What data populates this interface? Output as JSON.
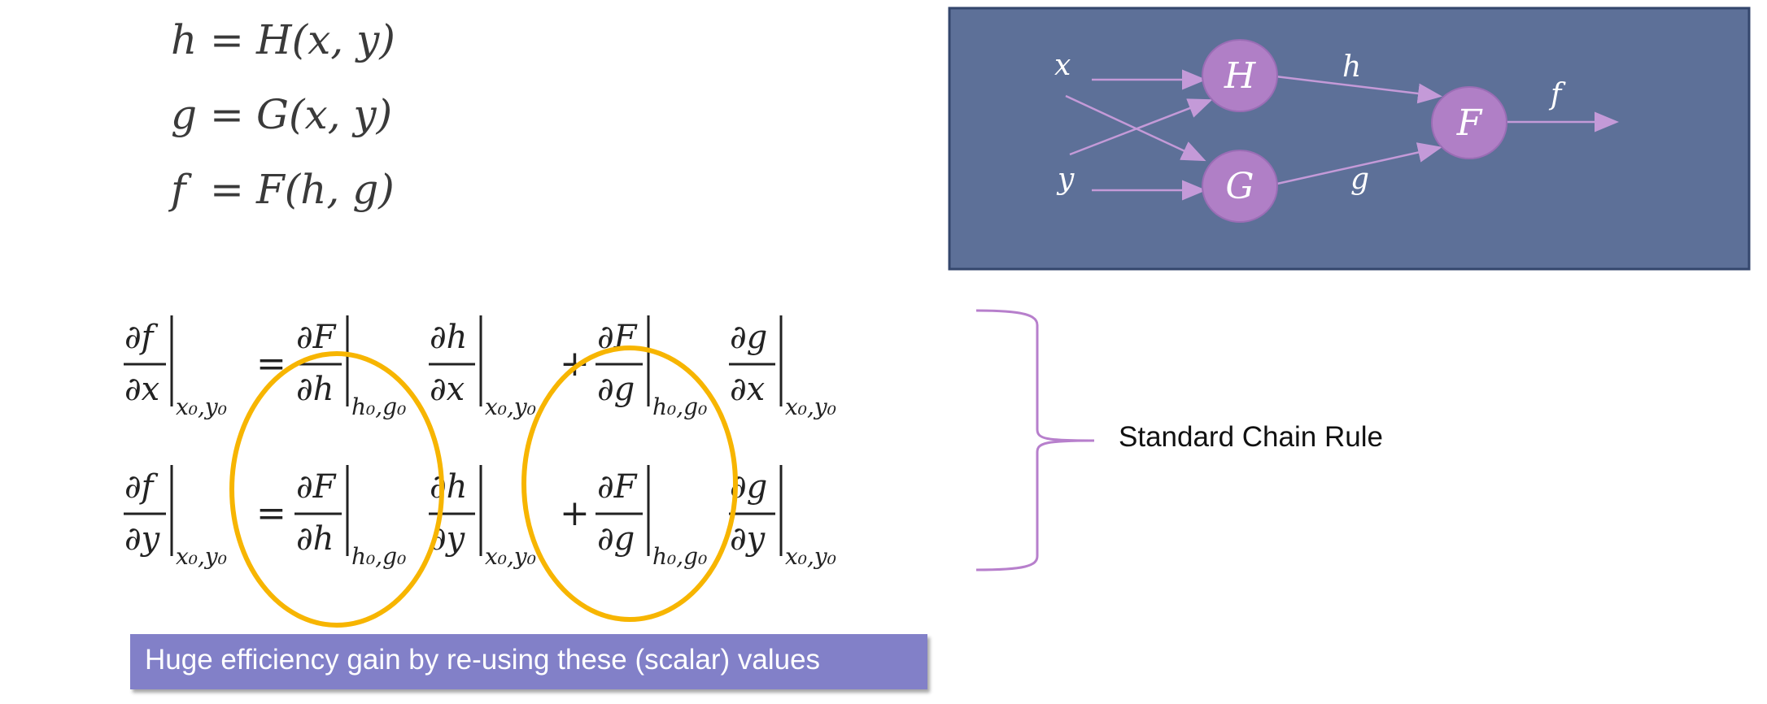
{
  "definitions": [
    {
      "lhs": "h",
      "rhs": "H(x, y)"
    },
    {
      "lhs": "g",
      "rhs": "G(x, y)"
    },
    {
      "lhs": "f",
      "rhs": "F(h, g)"
    }
  ],
  "network": {
    "inputs": [
      "x",
      "y"
    ],
    "nodes": [
      "H",
      "G",
      "F"
    ],
    "edge_labels": [
      "h",
      "g",
      "f"
    ],
    "colors": {
      "panel": "#5d7098",
      "panel_border": "#34466c",
      "node": "#b07fc6",
      "edge": "#c49ad8"
    }
  },
  "equations": {
    "row1": {
      "lhs_num": "∂f",
      "lhs_den": "∂x",
      "t1_num": "∂F",
      "t1_den": "∂h",
      "t2_num": "∂h",
      "t2_den": "∂x",
      "t3_num": "∂F",
      "t3_den": "∂g",
      "t4_num": "∂g",
      "t4_den": "∂x"
    },
    "row2": {
      "lhs_num": "∂f",
      "lhs_den": "∂y",
      "t1_num": "∂F",
      "t1_den": "∂h",
      "t2_num": "∂h",
      "t2_den": "∂y",
      "t3_num": "∂F",
      "t3_den": "∂g",
      "t4_num": "∂g",
      "t4_den": "∂y"
    },
    "eval_xy": "x₀,y₀",
    "eval_hg": "h₀,g₀",
    "equals": "=",
    "plus": "+"
  },
  "highlight_color": "#f7b500",
  "brace_color": "#b77fcc",
  "chain_rule_label": "Standard Chain Rule",
  "callout": {
    "text": "Huge efficiency gain by re-using these (scalar) values",
    "color": "#8280c8"
  }
}
